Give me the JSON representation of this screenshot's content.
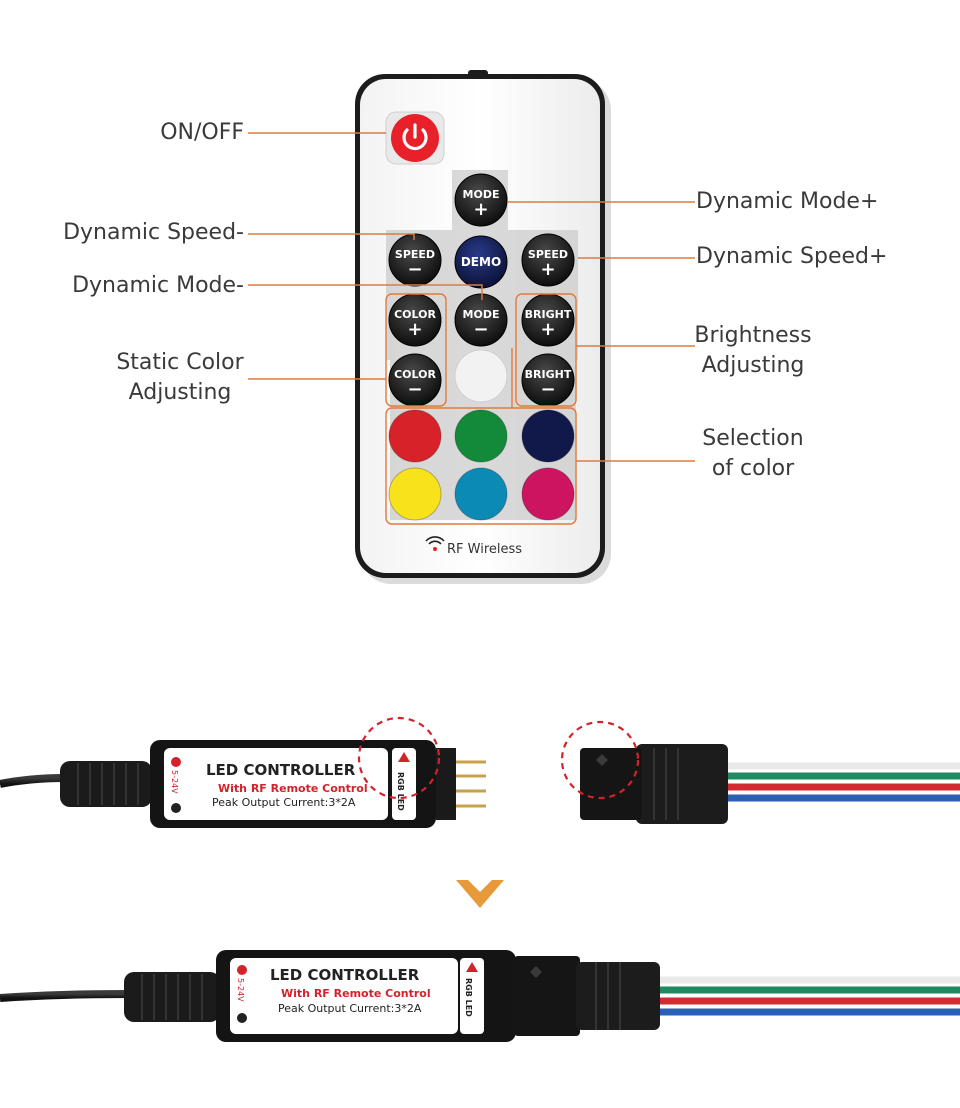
{
  "remote": {
    "buttons": {
      "mode_plus": [
        "MODE",
        "+"
      ],
      "speed_minus": [
        "SPEED",
        "−"
      ],
      "demo": "DEMO",
      "speed_plus": [
        "SPEED",
        "+"
      ],
      "color_plus": [
        "COLOR",
        "+"
      ],
      "mode_minus": [
        "MODE",
        "−"
      ],
      "bright_plus": [
        "BRIGHT",
        "+"
      ],
      "color_minus": [
        "COLOR",
        "−"
      ],
      "bright_minus": [
        "BRIGHT",
        "−"
      ]
    },
    "footer": "RF Wireless",
    "colors": {
      "power": "#e8202a",
      "white": "#f2f2f2",
      "red": "#d8222a",
      "green": "#138a3a",
      "navy": "#11194a",
      "yellow": "#f7e21b",
      "cyan": "#0a8ab5",
      "magenta": "#cc1461",
      "accent": "#e07a3c"
    }
  },
  "callouts": {
    "on_off": "ON/OFF",
    "dynamic_mode_plus": "Dynamic Mode+",
    "dynamic_speed_minus": "Dynamic Speed-",
    "dynamic_speed_plus": "Dynamic Speed+",
    "dynamic_mode_minus": "Dynamic Mode-",
    "brightness": [
      "Brightness",
      "Adjusting"
    ],
    "static_color": [
      "Static Color",
      "Adjusting"
    ],
    "selection": [
      "Selection",
      "of color"
    ]
  },
  "controller": {
    "title": "LED CONTROLLER",
    "subtitle": "With RF Remote Control",
    "peak": "Peak Output Current:3*2A",
    "voltage": "5-24V",
    "side": "RGB LED"
  }
}
